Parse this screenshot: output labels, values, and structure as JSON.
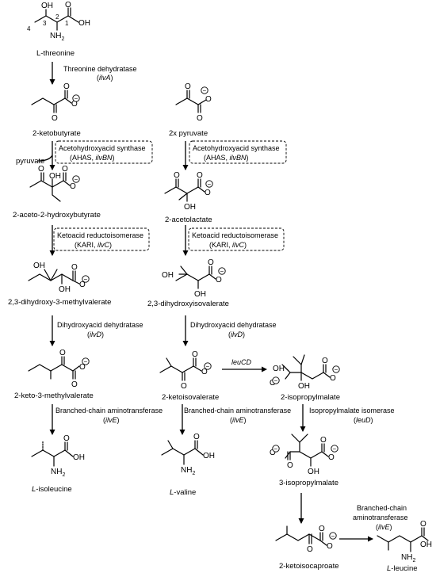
{
  "compounds": {
    "threonine": "L-threonine",
    "ketobutyrate": "2-ketobutyrate",
    "pyruvate2x": "2x pyruvate",
    "pyruvate": "pyruvate",
    "acetohydroxybutyrate": "2-aceto-2-hydroxybutyrate",
    "acetolactate": "2-acetolactate",
    "dihydroxymethylvalerate": "2,3-dihydroxy-3-methylvalerate",
    "dihydroxyisovalerate": "2,3-dihydroxyisovalerate",
    "ketomethylvalerate": "2-keto-3-methylvalerate",
    "ketoisovalerate": "2-ketoisovalerate",
    "isopropylmalate2": "2-isopropylmalate",
    "isopropylmalate3": "3-isopropylmalate",
    "isoleucine_prefix": "L",
    "isoleucine_suffix": "-isoleucine",
    "valine_prefix": "L",
    "valine_suffix": "-valine",
    "leucine_prefix": "L",
    "leucine_suffix": "-leucine",
    "ketoisocaproate": "2-ketoisocaproate"
  },
  "enzymes": {
    "thr_dehydratase": "Threonine dehydratase",
    "ilvA": "ilvA",
    "ahas_name": "Acetohydroxyacid synthase",
    "ahas_abbr": "AHAS, ",
    "ilvBN": "ilvBN",
    "kari_name": "Ketoacid reductoisomerase",
    "kari_abbr": "KARI, ",
    "ilvC": "ilvC",
    "dhad_name": "Dihydroxyacid dehydratase",
    "ilvD": "ilvD",
    "leuCD": "leuCD",
    "bcat_name": "Branched-chain aminotransferase",
    "ilvE": "ilvE",
    "ipmi_name": "Isopropylmalate isomerase",
    "leuD": "leuD",
    "bcat_line1": "Branched-chain",
    "bcat_line2": "aminotransferase"
  },
  "atoms": {
    "OH": "OH",
    "O": "O",
    "NH2": "NH",
    "sub2": "2",
    "minus": "−",
    "num4": "4",
    "num3": "3",
    "num2": "2",
    "num1": "1"
  }
}
